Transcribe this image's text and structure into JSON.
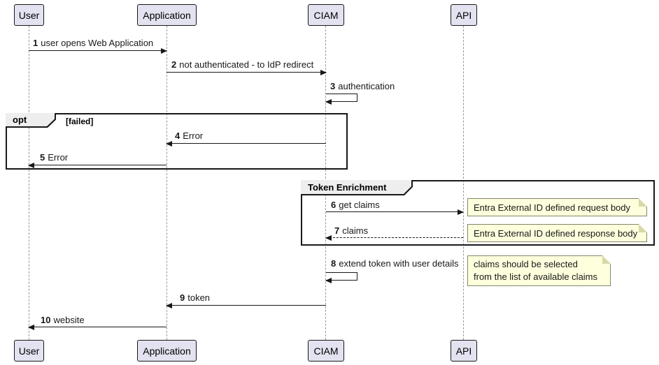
{
  "diagram_type": "uml-sequence",
  "participants": [
    {
      "name": "User"
    },
    {
      "name": "Application"
    },
    {
      "name": "CIAM"
    },
    {
      "name": "API"
    }
  ],
  "frames": [
    {
      "keyword": "opt",
      "guard": "[failed]"
    },
    {
      "keyword": "Token Enrichment",
      "guard": ""
    }
  ],
  "messages": [
    {
      "num": "1",
      "text": "user opens Web Application",
      "from": "User",
      "to": "Application",
      "line": "solid"
    },
    {
      "num": "2",
      "text": "not authenticated - to IdP redirect",
      "from": "Application",
      "to": "CIAM",
      "line": "solid"
    },
    {
      "num": "3",
      "text": "authentication",
      "from": "CIAM",
      "to": "CIAM",
      "line": "solid"
    },
    {
      "num": "4",
      "text": "Error",
      "from": "CIAM",
      "to": "Application",
      "line": "solid"
    },
    {
      "num": "5",
      "text": "Error",
      "from": "Application",
      "to": "User",
      "line": "solid"
    },
    {
      "num": "6",
      "text": "get claims",
      "from": "CIAM",
      "to": "API",
      "line": "solid"
    },
    {
      "num": "7",
      "text": "claims",
      "from": "API",
      "to": "CIAM",
      "line": "dashed"
    },
    {
      "num": "8",
      "text": "extend token with user details",
      "from": "CIAM",
      "to": "CIAM",
      "line": "solid"
    },
    {
      "num": "9",
      "text": "token",
      "from": "CIAM",
      "to": "Application",
      "line": "solid"
    },
    {
      "num": "10",
      "text": "website",
      "from": "Application",
      "to": "User",
      "line": "solid"
    }
  ],
  "notes": [
    {
      "text": "Entra External ID defined request body"
    },
    {
      "text": "Entra External ID defined response body"
    },
    {
      "lines": [
        "claims should be selected",
        "from the list of available claims"
      ]
    }
  ],
  "colors": {
    "background": "#FFFFFF",
    "participant_fill": "#E2E2F0",
    "participant_border": "#181818",
    "lifeline": "#999999",
    "message": "#181818",
    "frame_border": "#181818",
    "frame_tab_fill": "#EEEEEE",
    "note_fill": "#FEFFDD",
    "note_border": "#85856A"
  }
}
